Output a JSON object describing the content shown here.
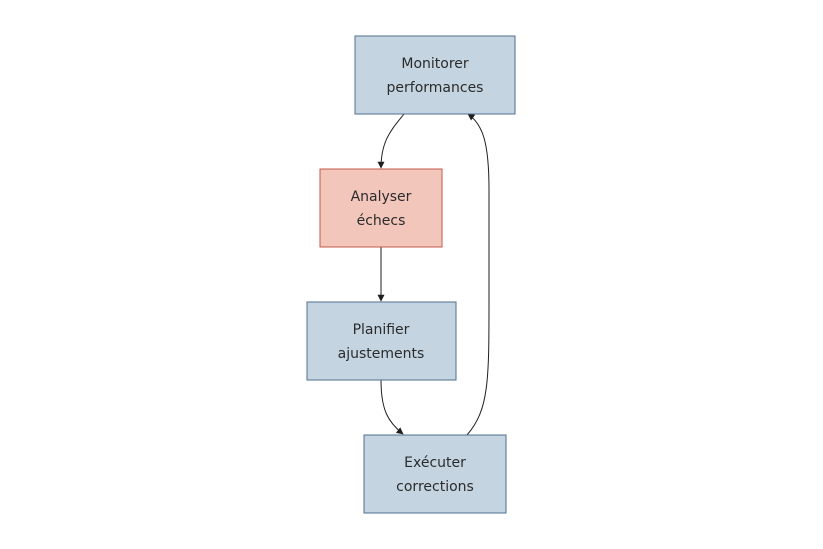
{
  "diagram": {
    "colors": {
      "blue_fill": "#c4d5e1",
      "blue_stroke": "#4f6f8f",
      "red_fill": "#f2c6bb",
      "red_stroke": "#c0584a",
      "edge": "#1f1f1f",
      "text": "#2b2b2b"
    },
    "nodes": [
      {
        "id": "monitor",
        "line1": "Monitorer",
        "line2": "performances",
        "style": "blue"
      },
      {
        "id": "analyze",
        "line1": "Analyser",
        "line2": "échecs",
        "style": "red"
      },
      {
        "id": "plan",
        "line1": "Planifier",
        "line2": "ajustements",
        "style": "blue"
      },
      {
        "id": "execute",
        "line1": "Exécuter",
        "line2": "corrections",
        "style": "blue"
      }
    ],
    "edges": [
      {
        "from": "monitor",
        "to": "analyze"
      },
      {
        "from": "analyze",
        "to": "plan"
      },
      {
        "from": "plan",
        "to": "execute"
      },
      {
        "from": "execute",
        "to": "monitor"
      }
    ]
  }
}
